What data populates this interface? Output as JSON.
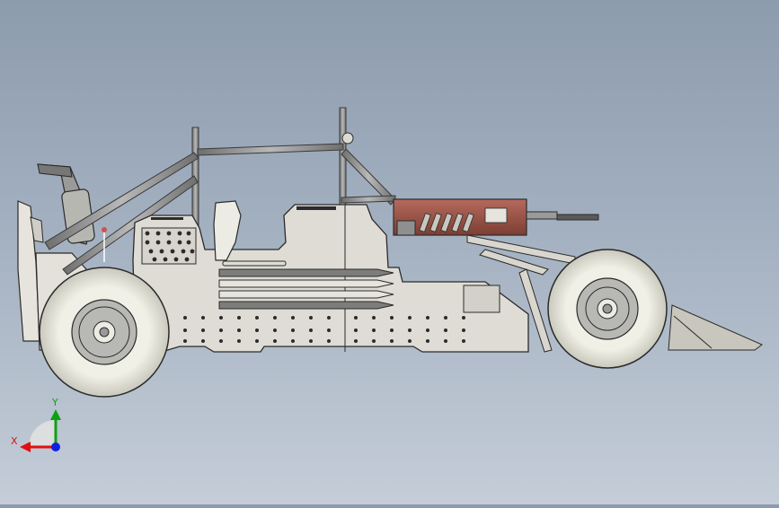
{
  "viewport": {
    "background_top": "#8d9bae",
    "background_bottom": "#c4cdd8",
    "model": "buggy-side-view"
  },
  "triad": {
    "x_label": "X",
    "y_label": "Y",
    "x_color": "#e01010",
    "y_color": "#10a010",
    "z_color": "#1020e0"
  },
  "colors": {
    "body": "#dcdad2",
    "outline": "#2b2b2b",
    "tube": "#8f8f8f",
    "tyre": "#ecebe1",
    "hub": "#b8b8b4",
    "gun": "#9c5548",
    "ramp": "#c8c6bd"
  }
}
